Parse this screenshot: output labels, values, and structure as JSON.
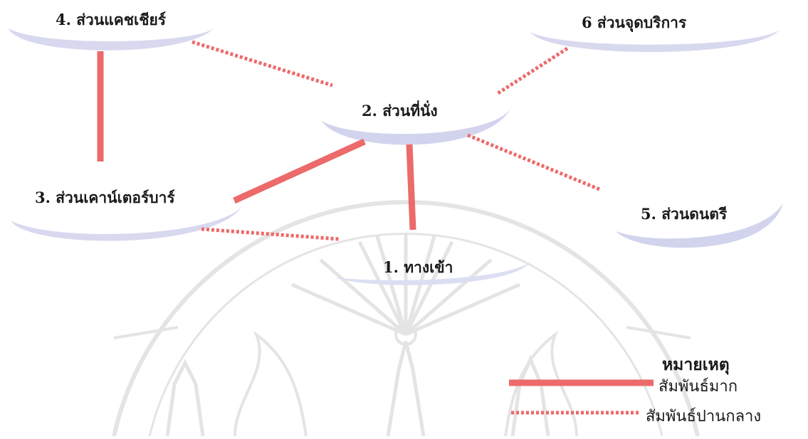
{
  "nodes": [
    {
      "id": "n4",
      "label": "4. ส่วนแคชเชียร์"
    },
    {
      "id": "n6",
      "label": "6 ส่วนจุดบริการ"
    },
    {
      "id": "n2",
      "label": "2. ส่วนที่นั่ง"
    },
    {
      "id": "n3",
      "label": "3. ส่วนเคาน์เตอร์บาร์"
    },
    {
      "id": "n5",
      "label": "5. ส่วนดนตรี"
    },
    {
      "id": "n1",
      "label": "1. ทางเข้า"
    }
  ],
  "edges": [
    {
      "from": "n4",
      "to": "n3",
      "type": "strong"
    },
    {
      "from": "n2",
      "to": "n3",
      "type": "strong"
    },
    {
      "from": "n2",
      "to": "n1",
      "type": "strong"
    },
    {
      "from": "n4",
      "to": "n2",
      "type": "medium"
    },
    {
      "from": "n6",
      "to": "n2",
      "type": "medium"
    },
    {
      "from": "n2",
      "to": "n5",
      "type": "medium"
    },
    {
      "from": "n3",
      "to": "n1",
      "type": "medium"
    }
  ],
  "legend": {
    "title": "หมายเหตุ",
    "strong_label": "สัมพันธ์มาก",
    "medium_label": "สัมพันธ์ปานกลาง"
  },
  "colors": {
    "line": "#ec6a6a",
    "node_shade": "#d4d6ee",
    "watermark": "#e3e3e3"
  }
}
